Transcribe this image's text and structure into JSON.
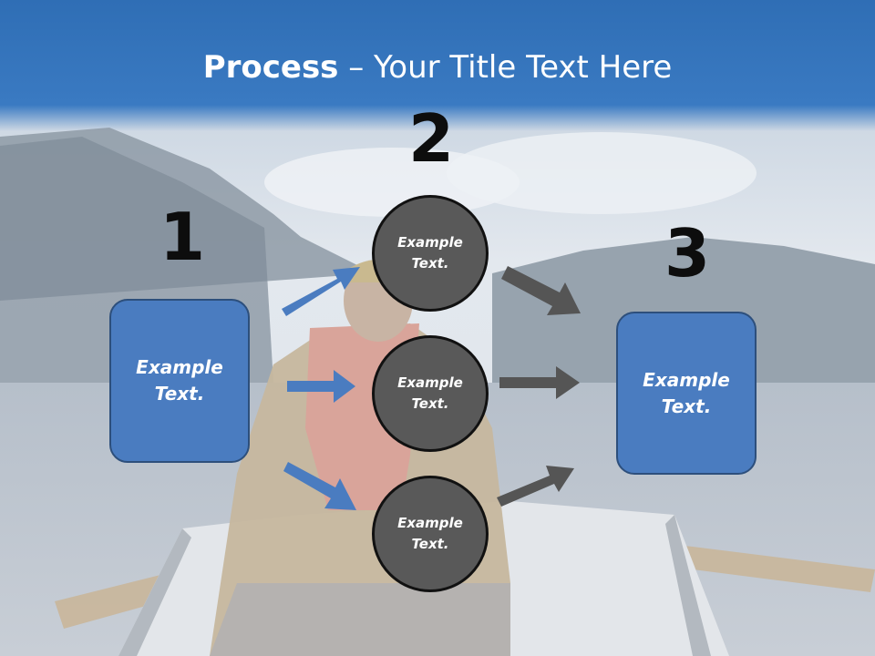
{
  "title": {
    "bold": "Process",
    "rest": " – Your Title Text Here"
  },
  "steps": {
    "one": "1",
    "two": "2",
    "three": "3"
  },
  "left_box": {
    "line1": "Example",
    "line2": "Text."
  },
  "right_box": {
    "line1": "Example",
    "line2": "Text."
  },
  "circles": [
    {
      "line1": "Example",
      "line2": "Text."
    },
    {
      "line1": "Example",
      "line2": "Text."
    },
    {
      "line1": "Example",
      "line2": "Text."
    }
  ],
  "colors": {
    "box_fill": "#4a7cc0",
    "box_border": "#2d4f7c",
    "circle_fill": "#595959",
    "arrow_blue": "#4a7cc0",
    "arrow_gray": "#555555",
    "title_bar": "#2f6eb5"
  }
}
